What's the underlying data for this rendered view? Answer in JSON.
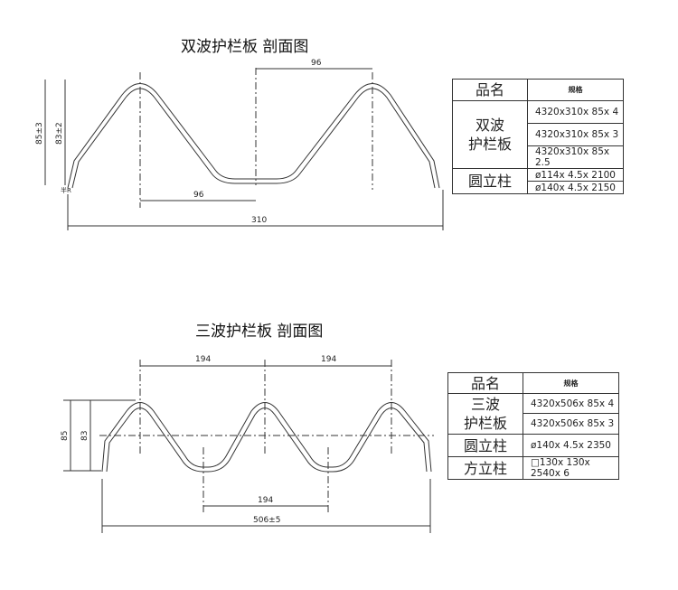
{
  "double_wave": {
    "title": "双波护栏板  剖面图",
    "dims": {
      "top_pitch": "96",
      "bottom_pitch": "96",
      "width": "310",
      "height_outer": "85±3",
      "height_inner": "83±2",
      "end": "半R"
    },
    "table": {
      "header_name": "品名",
      "header_spec": "规格",
      "rows": [
        {
          "name": "双波\n护栏板",
          "specs": [
            "4320x310x 85x 4",
            "4320x310x 85x 3",
            "4320x310x 85x 2.5"
          ]
        },
        {
          "name": "圆立柱",
          "specs": [
            "ø114x 4.5x 2100",
            "ø140x 4.5x 2150"
          ]
        }
      ]
    }
  },
  "triple_wave": {
    "title": "三波护栏板  剖面图",
    "dims": {
      "top_pitch_1": "194",
      "top_pitch_2": "194",
      "bottom_pitch": "194",
      "width": "506±5",
      "height_outer": "85",
      "height_inner": "83"
    },
    "table": {
      "header_name": "品名",
      "header_spec": "规格",
      "rows": [
        {
          "name": "三波\n护栏板",
          "specs": [
            "4320x506x 85x 4",
            "4320x506x 85x 3"
          ]
        },
        {
          "name": "圆立柱",
          "specs": [
            "ø140x 4.5x 2350"
          ]
        },
        {
          "name": "方立柱",
          "specs": [
            "□130x 130x 2540x 6"
          ]
        }
      ]
    }
  }
}
